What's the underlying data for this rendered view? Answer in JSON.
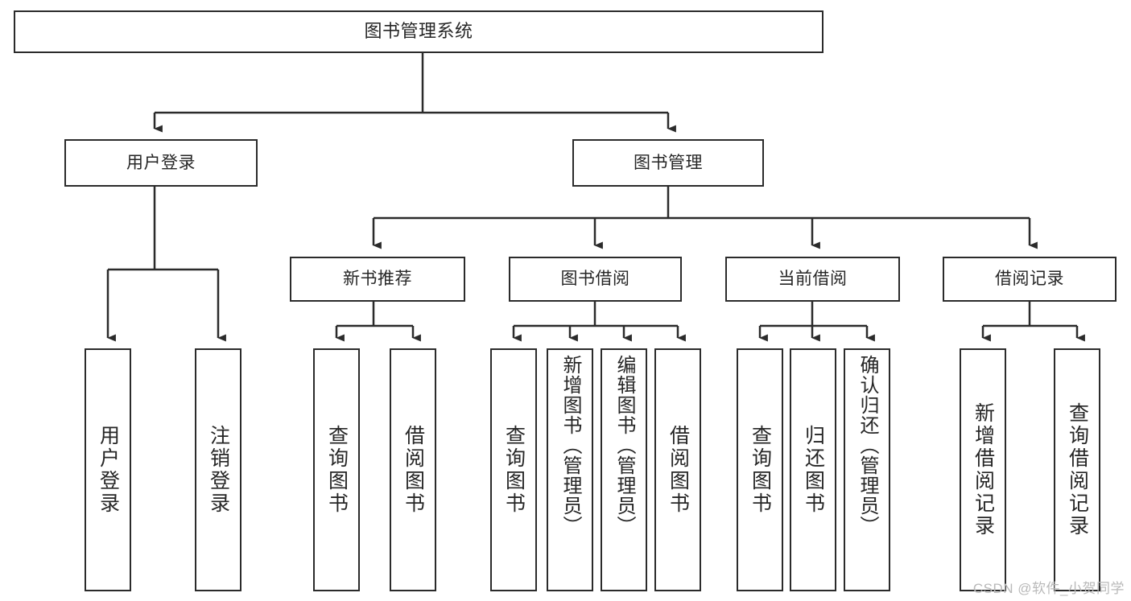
{
  "diagram": {
    "title": "图书管理系统",
    "type": "tree-hierarchy-chart",
    "watermark": "CSDN @软件_小贺同学",
    "colors": {
      "background": "#ffffff",
      "stroke": "#2b2b2b",
      "text": "#262626",
      "watermark": "#b9b9b9"
    },
    "nodes": {
      "root": {
        "label": "图书管理系统"
      },
      "level2": [
        {
          "id": "user-login",
          "label": "用户登录"
        },
        {
          "id": "book-manage",
          "label": "图书管理"
        }
      ],
      "level3": [
        {
          "id": "new-book-recommend",
          "label": "新书推荐"
        },
        {
          "id": "book-borrow",
          "label": "图书借阅"
        },
        {
          "id": "current-borrow",
          "label": "当前借阅"
        },
        {
          "id": "borrow-record",
          "label": "借阅记录"
        }
      ],
      "leaves": [
        {
          "id": "leaf-user-login",
          "label": "用户登录",
          "parent": "user-login"
        },
        {
          "id": "leaf-logout-login",
          "label": "注销登录",
          "parent": "user-login"
        },
        {
          "id": "leaf-query-book-1",
          "label": "查询图书",
          "parent": "new-book-recommend"
        },
        {
          "id": "leaf-borrow-book-1",
          "label": "借阅图书",
          "parent": "new-book-recommend"
        },
        {
          "id": "leaf-query-book-2",
          "label": "查询图书",
          "parent": "book-borrow"
        },
        {
          "id": "leaf-add-book-admin",
          "label": "新增图书（管理员）",
          "parent": "book-borrow"
        },
        {
          "id": "leaf-edit-book-admin",
          "label": "编辑图书（管理员）",
          "parent": "book-borrow"
        },
        {
          "id": "leaf-borrow-book-2",
          "label": "借阅图书",
          "parent": "book-borrow"
        },
        {
          "id": "leaf-query-book-3",
          "label": "查询图书",
          "parent": "current-borrow"
        },
        {
          "id": "leaf-return-book",
          "label": "归还图书",
          "parent": "current-borrow"
        },
        {
          "id": "leaf-confirm-return-admin",
          "label": "确认归还（管理员）",
          "parent": "current-borrow"
        },
        {
          "id": "leaf-add-borrow-record",
          "label": "新增借阅记录",
          "parent": "borrow-record"
        },
        {
          "id": "leaf-query-borrow-record",
          "label": "查询借阅记录",
          "parent": "borrow-record"
        }
      ]
    }
  }
}
